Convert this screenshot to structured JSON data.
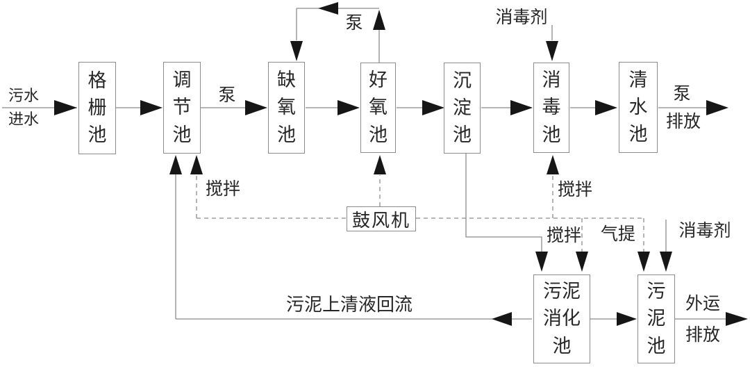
{
  "diagram": {
    "background": "#ffffff",
    "line_color": "#8b8b8b",
    "arrow_color": "#161616",
    "text_color": "#262626"
  },
  "nodes": {
    "grid_pool": {
      "label": "格栅池"
    },
    "regulation_pool": {
      "label": "调节池"
    },
    "anoxic_pool": {
      "label": "缺氧池"
    },
    "aerobic_pool": {
      "label": "好氧池"
    },
    "sedimentation_pool": {
      "label": "沉淀池"
    },
    "disinfection_pool": {
      "label": "消毒池"
    },
    "clear_water_pool": {
      "label": "清水池"
    },
    "blower": {
      "label": "鼓风机"
    },
    "sludge_digestion_pool": {
      "label": "污泥消化池"
    },
    "sludge_pool": {
      "label": "污泥池"
    }
  },
  "labels": {
    "inflow_line1": "污水",
    "inflow_line2": "进水",
    "pump_recycle": "泵",
    "pump_transfer": "泵",
    "disinfectant_top": "消毒剂",
    "stir_regulation": "搅拌",
    "stir_disinfection": "搅拌",
    "stir_digestion": "搅拌",
    "air_lift": "气提",
    "disinfectant_sludge": "消毒剂",
    "supernatant_return": "污泥上清液回流",
    "outflow_pump": "泵",
    "outflow_discharge": "排放",
    "sludge_out_line1": "外运",
    "sludge_out_line2": "排放"
  }
}
